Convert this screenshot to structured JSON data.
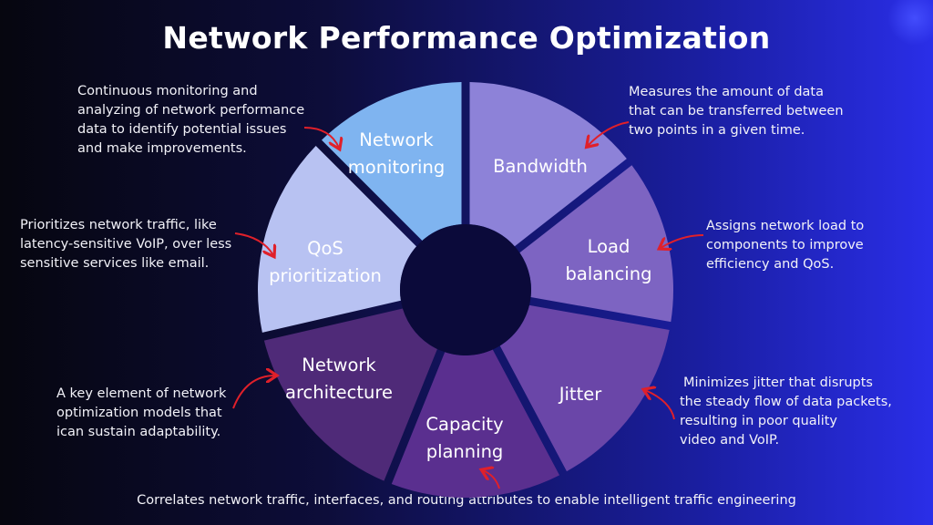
{
  "title": "Network Performance Optimization",
  "colors": {
    "segment_network_monitoring": "#7fb4f0",
    "segment_bandwidth": "#8d82d8",
    "segment_load_balancing": "#7d64c2",
    "segment_jitter": "#6a46a8",
    "segment_capacity_planning": "#5a2f8f",
    "segment_network_architecture": "#4f2a78",
    "segment_qos_prioritization": "#b8c2f2",
    "arrow": "#e0202a"
  },
  "segments": {
    "network_monitoring": {
      "line1": "Network",
      "line2": "monitoring"
    },
    "bandwidth": {
      "line1": "Bandwidth",
      "line2": ""
    },
    "load_balancing": {
      "line1": "Load",
      "line2": "balancing"
    },
    "jitter": {
      "line1": "Jitter",
      "line2": ""
    },
    "capacity_planning": {
      "line1": "Capacity",
      "line2": "planning"
    },
    "network_architecture": {
      "line1": "Network",
      "line2": "architecture"
    },
    "qos_prioritization": {
      "line1": "QoS",
      "line2": "prioritization"
    }
  },
  "descriptions": {
    "network_monitoring": [
      "Continuous monitoring and",
      "analyzing of network performance",
      "data to identify potential issues",
      "and make improvements."
    ],
    "bandwidth": [
      "Measures the amount of data",
      "that can be transferred between",
      "two points in a given time."
    ],
    "load_balancing": [
      "Assigns network load to",
      "components to improve",
      "efficiency and QoS."
    ],
    "jitter": [
      "Minimizes jitter that disrupts",
      "the steady flow of data packets,",
      "resulting in poor quality",
      "video and VoIP."
    ],
    "qos_prioritization": [
      "Prioritizes network traffic, like",
      "latency-sensitive VoIP, over less",
      "sensitive services like email."
    ],
    "network_architecture": [
      "A key element of network",
      "optimization models that",
      "ican sustain adaptability."
    ],
    "capacity_planning": "Correlates network traffic, interfaces, and routing attributes to enable intelligent traffic engineering"
  }
}
